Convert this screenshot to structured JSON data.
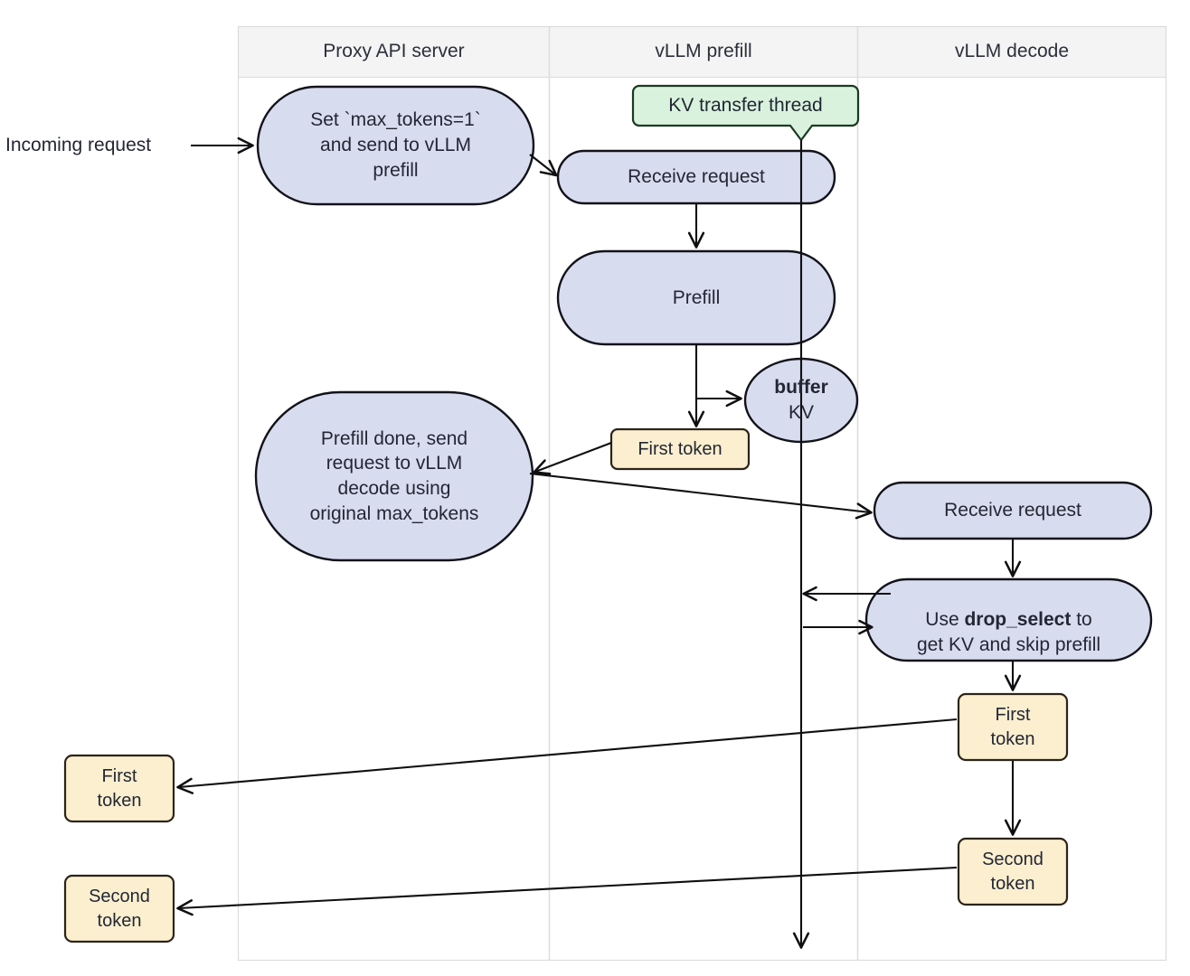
{
  "diagram": {
    "type": "swimlane-flowchart",
    "title": "vLLM disaggregated prefill request flow",
    "background_color": "#ffffff",
    "lane_header_fill": "#f4f4f4",
    "lane_border_color": "#d5d5d5",
    "process_fill": "#d8dcef",
    "process_stroke": "#12121a",
    "token_fill": "#fbefd0",
    "token_stroke": "#2b2418",
    "note_fill": "#d9f2de",
    "note_stroke": "#1b3a22",
    "edge_color": "#0f0f12"
  },
  "lanes": [
    {
      "id": "proxy",
      "title": "Proxy API server"
    },
    {
      "id": "prefill",
      "title": "vLLM prefill"
    },
    {
      "id": "decode",
      "title": "vLLM decode"
    }
  ],
  "external_labels": [
    {
      "id": "incoming-request",
      "text": "Incoming request"
    }
  ],
  "nodes": [
    {
      "id": "set-max-tokens",
      "lane": "proxy",
      "shape": "stadium",
      "style": "process",
      "text": "Set `max_tokens=1`\nand send to vLLM\nprefill"
    },
    {
      "id": "kv-transfer-thread",
      "lane": "prefill",
      "shape": "note-callout",
      "style": "note",
      "text": "KV transfer thread"
    },
    {
      "id": "prefill-receive-request",
      "lane": "prefill",
      "shape": "stadium",
      "style": "process",
      "text": "Receive request"
    },
    {
      "id": "prefill",
      "lane": "prefill",
      "shape": "stadium",
      "style": "process",
      "text": "Prefill"
    },
    {
      "id": "buffer-kv",
      "lane": "prefill",
      "shape": "ellipse",
      "style": "process",
      "text_bold": "buffer",
      "text_rest": "KV"
    },
    {
      "id": "prefill-first-token",
      "lane": "prefill",
      "shape": "rounded-rect",
      "style": "token",
      "text": "First token"
    },
    {
      "id": "prefill-done",
      "lane": "proxy",
      "shape": "stadium",
      "style": "process",
      "text": "Prefill done, send\nrequest to vLLM\ndecode using\noriginal max_tokens"
    },
    {
      "id": "decode-receive-request",
      "lane": "decode",
      "shape": "stadium",
      "style": "process",
      "text": "Receive request"
    },
    {
      "id": "drop-select",
      "lane": "decode",
      "shape": "stadium",
      "style": "process",
      "text_line1_pre": "Use ",
      "text_line1_bold": "drop_select",
      "text_line1_post": " to",
      "text_line2": "get KV and skip prefill"
    },
    {
      "id": "decode-first-token",
      "lane": "decode",
      "shape": "rounded-rect",
      "style": "token",
      "text": "First\ntoken"
    },
    {
      "id": "decode-second-token",
      "lane": "decode",
      "shape": "rounded-rect",
      "style": "token",
      "text": "Second\ntoken"
    },
    {
      "id": "proxy-first-token",
      "lane": "outside-left",
      "shape": "rounded-rect",
      "style": "token",
      "text": "First\ntoken"
    },
    {
      "id": "proxy-second-token",
      "lane": "outside-left",
      "shape": "rounded-rect",
      "style": "token",
      "text": "Second\ntoken"
    }
  ],
  "edges": [
    {
      "from": "incoming-request",
      "to": "set-max-tokens",
      "label": ""
    },
    {
      "from": "set-max-tokens",
      "to": "prefill-receive-request",
      "label": ""
    },
    {
      "from": "prefill-receive-request",
      "to": "prefill",
      "label": ""
    },
    {
      "from": "prefill",
      "to": "prefill-first-token",
      "label": ""
    },
    {
      "from": "prefill",
      "to": "buffer-kv",
      "label": ""
    },
    {
      "from": "prefill-first-token",
      "to": "prefill-done",
      "label": ""
    },
    {
      "from": "prefill-done",
      "to": "decode-receive-request",
      "label": ""
    },
    {
      "from": "decode-receive-request",
      "to": "drop-select",
      "label": ""
    },
    {
      "from": "drop-select",
      "to": "kv-transfer-line",
      "label": ""
    },
    {
      "from": "kv-transfer-line",
      "to": "drop-select",
      "label": ""
    },
    {
      "from": "drop-select",
      "to": "decode-first-token",
      "label": ""
    },
    {
      "from": "decode-first-token",
      "to": "decode-second-token",
      "label": ""
    },
    {
      "from": "decode-first-token",
      "to": "proxy-first-token",
      "label": ""
    },
    {
      "from": "decode-second-token",
      "to": "proxy-second-token",
      "label": ""
    }
  ]
}
